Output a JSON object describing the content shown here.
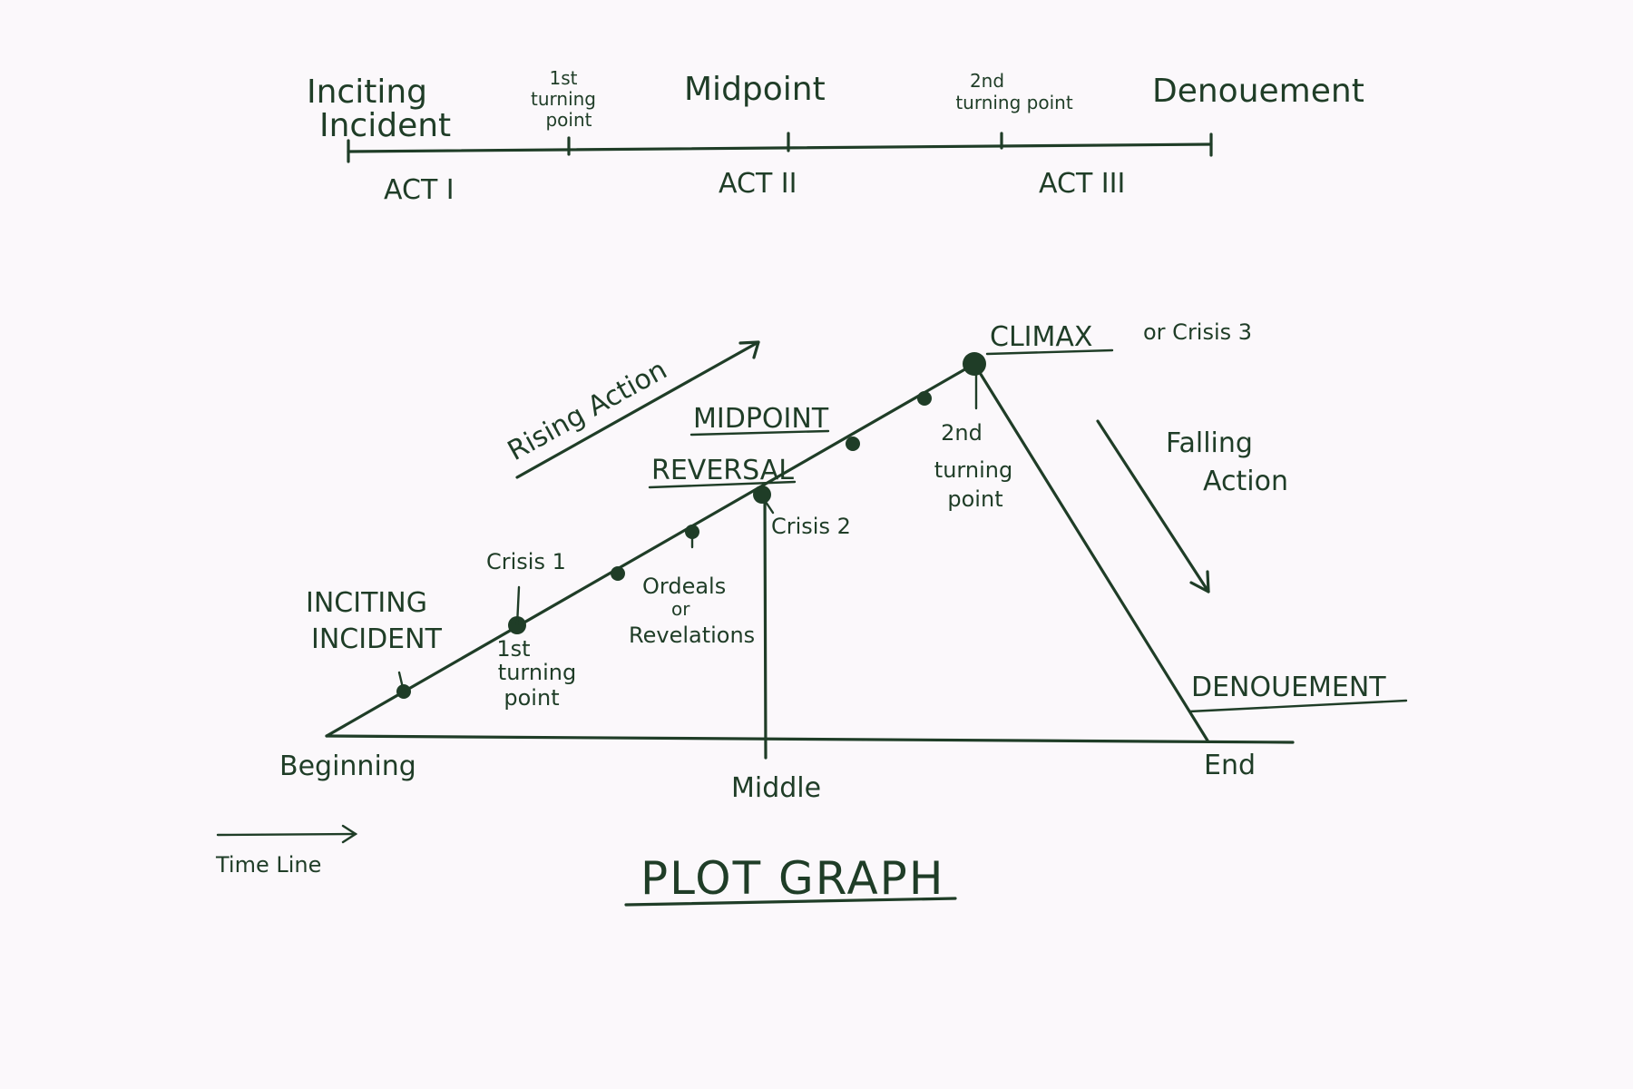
{
  "timeline": {
    "inciting": [
      "Inciting",
      "Incident"
    ],
    "first_turning": [
      "1st",
      "turning",
      "point"
    ],
    "midpoint": "Midpoint",
    "second_turning": [
      "2nd",
      "turning point"
    ],
    "denouement": "Denouement",
    "act1": "ACT I",
    "act2": "ACT II",
    "act3": "ACT III"
  },
  "graph": {
    "rising_action": "Rising Action",
    "midpoint_reversal": [
      "MIDPOINT",
      "REVERSAL"
    ],
    "climax": "CLIMAX",
    "climax_or": "or Crisis 3",
    "falling_action": [
      "Falling",
      "Action"
    ],
    "inciting": [
      "INCITING",
      "INCIDENT"
    ],
    "crisis1": "Crisis 1",
    "crisis2": "Crisis 2",
    "first_turning": [
      "1st",
      "turning",
      "point"
    ],
    "ordeals": [
      "Ordeals",
      "or",
      "Revelations"
    ],
    "second_turning": [
      "2nd",
      "turning",
      "point"
    ],
    "denouement": "DENOUEMENT",
    "beginning": "Beginning",
    "middle": "Middle",
    "end": "End",
    "time_line": "Time Line",
    "title": "PLOT GRAPH"
  },
  "colors": {
    "ink": "#1f3d27",
    "paper": "#fbf8fb"
  }
}
